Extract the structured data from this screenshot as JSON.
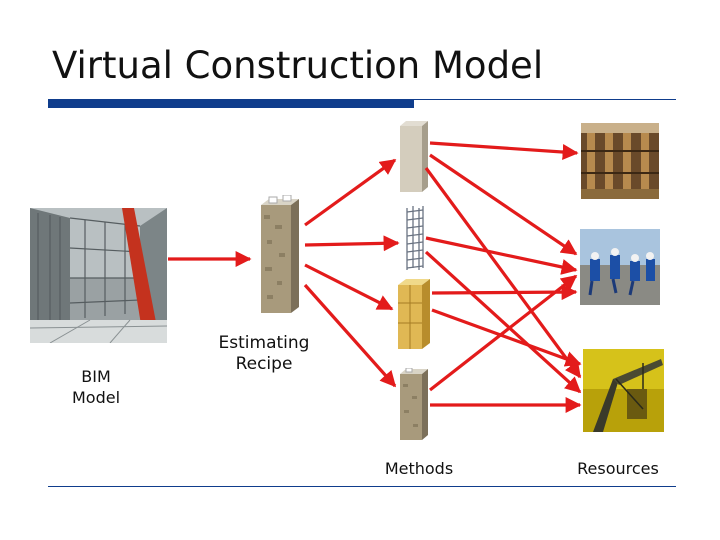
{
  "title": "Virtual Construction Model",
  "labels": {
    "bim_line1": "BIM",
    "bim_line2": "Model",
    "recipe_line1": "Estimating",
    "recipe_line2": "Recipe",
    "methods": "Methods",
    "resources": "Resources"
  },
  "colors": {
    "accent": "#0f3d8c",
    "arrow": "#e31b1b"
  }
}
